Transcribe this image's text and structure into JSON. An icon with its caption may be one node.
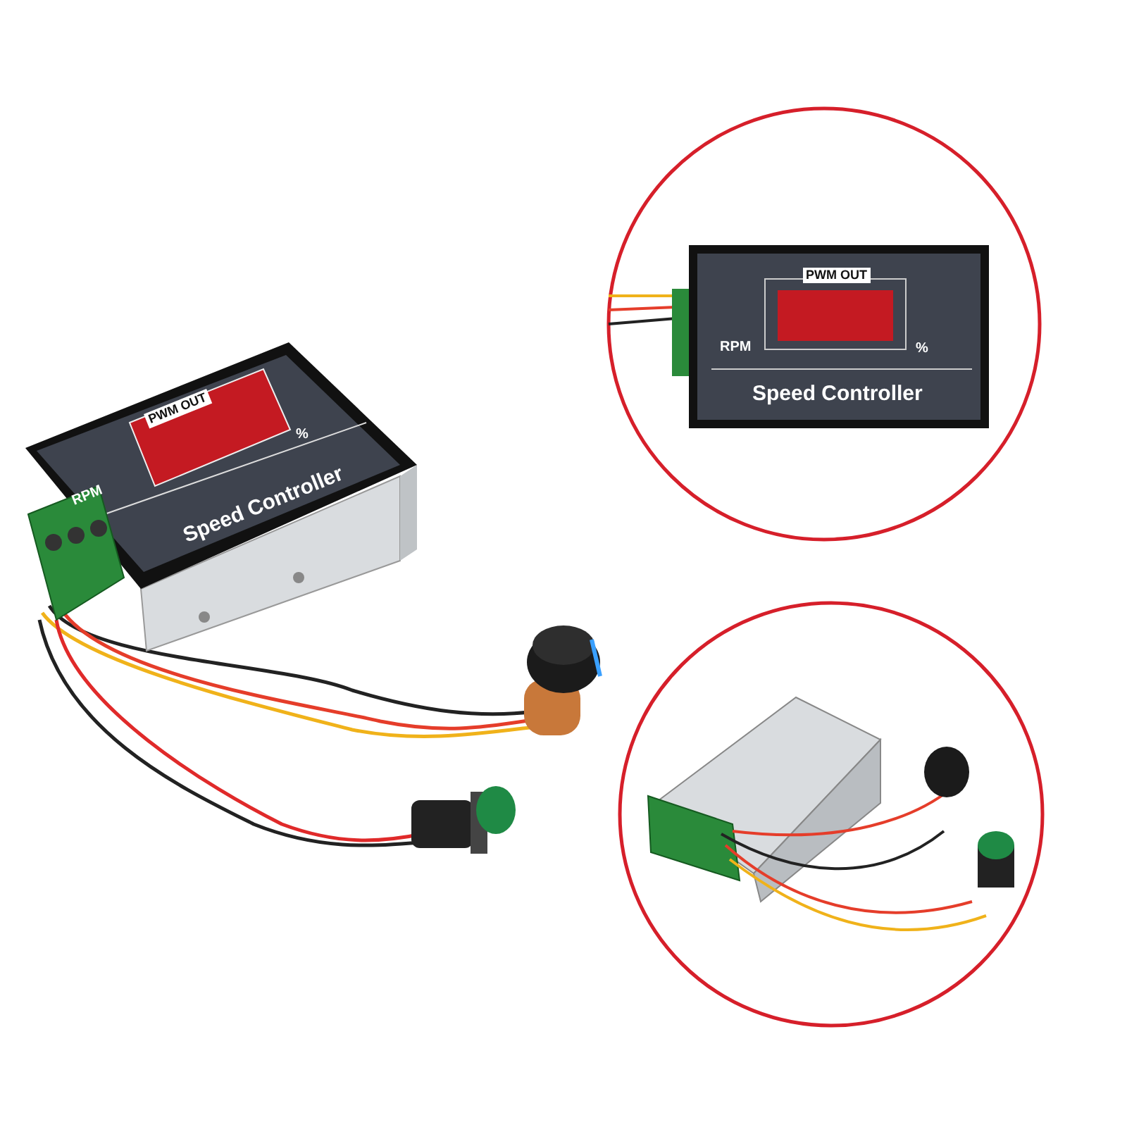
{
  "diagram": {
    "labels": [
      "PWM OUT",
      "RPM",
      "%",
      "Speed Controller",
      "PWM OUT",
      "RPM",
      "%",
      "Speed Controller"
    ]
  }
}
